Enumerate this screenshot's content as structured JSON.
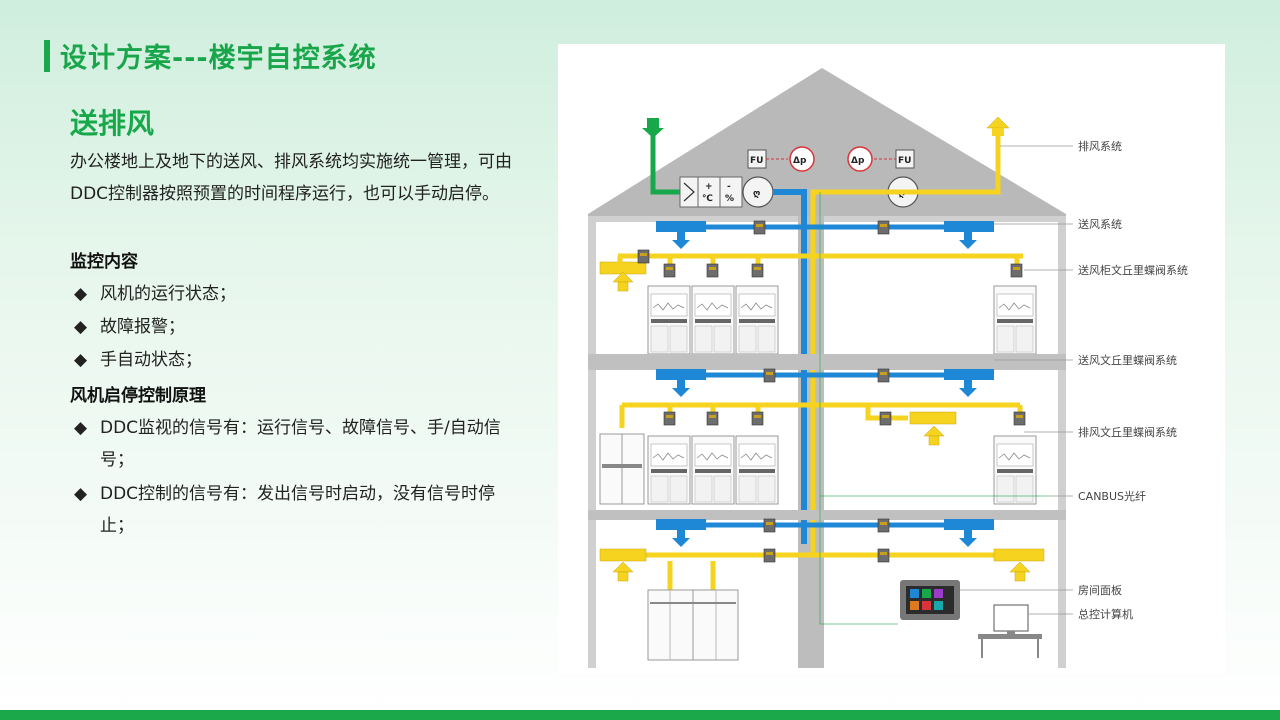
{
  "header": {
    "title": "设计方案---楼宇自控系统"
  },
  "section": {
    "title": "送排风",
    "intro": "办公楼地上及地下的送风、排风系统均实施统一管理，可由DDC控制器按照预置的时间程序运行，也可以手动启停。",
    "monitor_heading": "监控内容",
    "monitor_items": [
      "风机的运行状态；",
      "故障报警；",
      "手自动状态；"
    ],
    "control_heading": "风机启停控制原理",
    "control_items": [
      "DDC监视的信号有：运行信号、故障信号、手/自动信号；",
      "DDC控制的信号有：发出信号时启动，没有信号时停止；"
    ],
    "bullet_symbol": "◆"
  },
  "diagram": {
    "labels": [
      "排风系统",
      "送风系统",
      "送风柜文丘里蝶阀系统",
      "送风文丘里蝶阀系统",
      "排风文丘里蝶阀系统",
      "CANBUS光纤",
      "房间面板",
      "总控计算机"
    ],
    "unit_labels": {
      "fu": "FU",
      "dp": "Δp",
      "plus": "+",
      "temp": "℃",
      "minus": "-",
      "pct": "%"
    },
    "colors": {
      "supply": "#1e88d6",
      "exhaust": "#f5d31f",
      "intake": "#17a84a",
      "roof": "#b8b8b8",
      "wall": "#c9c9c9",
      "accent": "#1aa84a"
    }
  }
}
